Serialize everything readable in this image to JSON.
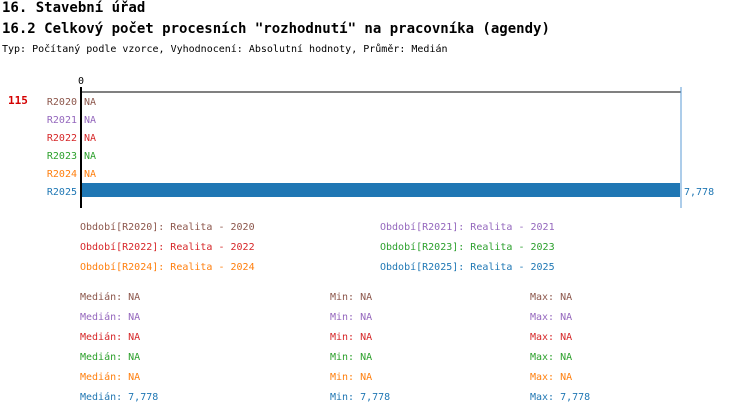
{
  "header": {
    "title": "16. Stavební úřad",
    "subtitle": "16.2 Celkový počet procesních \"rozhodnutí\" na pracovníka (agendy)",
    "description": "Typ: Počítaný podle vzorce, Vyhodnocení: Absolutní hodnoty, Průměr: Medián"
  },
  "row_id": "115",
  "colors": {
    "R2020": "#8c564b",
    "R2021": "#9467bd",
    "R2022": "#d62728",
    "R2023": "#2ca02c",
    "R2024": "#ff7f0e",
    "R2025": "#1f77b4"
  },
  "chart_data": {
    "type": "bar",
    "orientation": "horizontal",
    "categories": [
      "R2020",
      "R2021",
      "R2022",
      "R2023",
      "R2024",
      "R2025"
    ],
    "values": [
      null,
      null,
      null,
      null,
      null,
      7778
    ],
    "value_labels": [
      "NA",
      "NA",
      "NA",
      "NA",
      "NA",
      "7,778"
    ],
    "xlim": [
      0,
      7778
    ],
    "axis_tick_label": "0",
    "grid": false
  },
  "legend": [
    {
      "key": "R2020",
      "text": "Období[R2020]: Realita - 2020"
    },
    {
      "key": "R2021",
      "text": "Období[R2021]: Realita - 2021"
    },
    {
      "key": "R2022",
      "text": "Období[R2022]: Realita - 2022"
    },
    {
      "key": "R2023",
      "text": "Období[R2023]: Realita - 2023"
    },
    {
      "key": "R2024",
      "text": "Období[R2024]: Realita - 2024"
    },
    {
      "key": "R2025",
      "text": "Období[R2025]: Realita - 2025"
    }
  ],
  "stats": [
    {
      "key": "R2020",
      "median": "Medián: NA",
      "min": "Min: NA",
      "max": "Max: NA"
    },
    {
      "key": "R2021",
      "median": "Medián: NA",
      "min": "Min: NA",
      "max": "Max: NA"
    },
    {
      "key": "R2022",
      "median": "Medián: NA",
      "min": "Min: NA",
      "max": "Max: NA"
    },
    {
      "key": "R2023",
      "median": "Medián: NA",
      "min": "Min: NA",
      "max": "Max: NA"
    },
    {
      "key": "R2024",
      "median": "Medián: NA",
      "min": "Min: NA",
      "max": "Max: NA"
    },
    {
      "key": "R2025",
      "median": "Medián: 7,778",
      "min": "Min: 7,778",
      "max": "Max: 7,778"
    }
  ]
}
